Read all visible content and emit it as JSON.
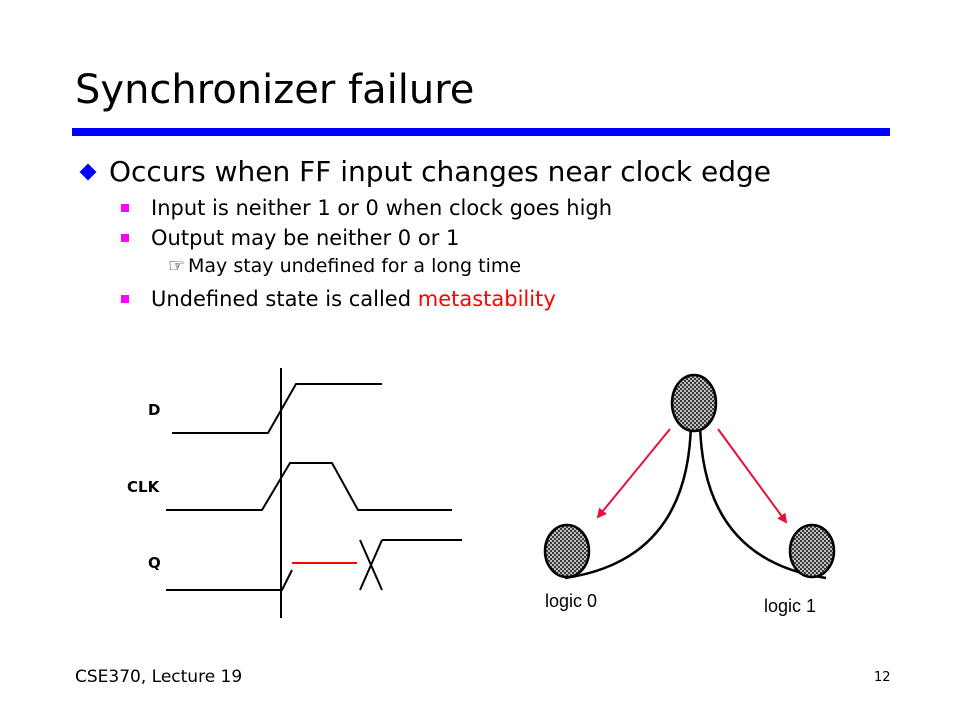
{
  "slide": {
    "title": "Synchronizer failure",
    "accent_color": "#0000ff",
    "bullets": {
      "main": "Occurs when FF input changes near clock edge",
      "sub1": "Input is neither 1 or 0 when clock goes high",
      "sub2": "Output may be neither 0 or 1",
      "sub2_detail": "May stay undefined for a long time",
      "sub3_prefix": "Undefined state is called ",
      "sub3_highlight": "metastability",
      "highlight_color": "#ff0000"
    },
    "timing_diagram": {
      "signals": [
        "D",
        "CLK",
        "Q"
      ]
    },
    "ball_diagram": {
      "left_label": "logic 0",
      "right_label": "logic 1"
    },
    "footer": {
      "course": "CSE370, Lecture  19",
      "page_number": "12"
    }
  }
}
